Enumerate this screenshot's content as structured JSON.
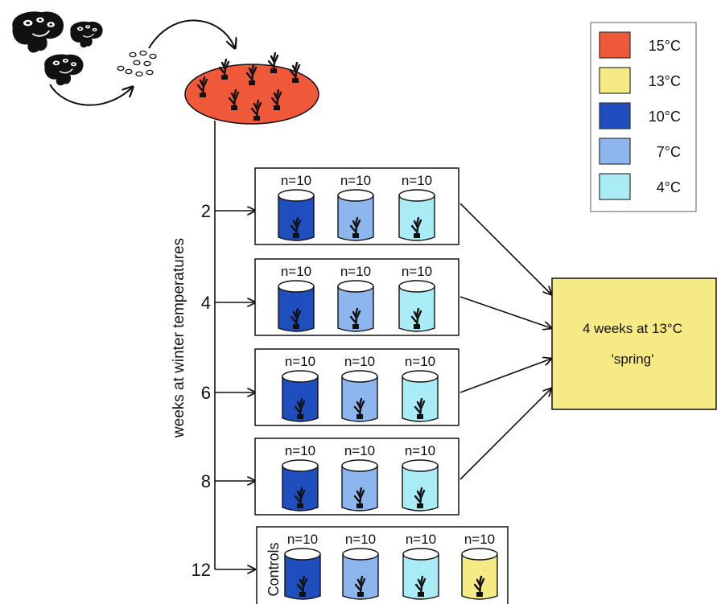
{
  "legend": {
    "items": [
      {
        "label": "15°C",
        "color": "#f0583a"
      },
      {
        "label": "13°C",
        "color": "#f6ea85"
      },
      {
        "label": "10°C",
        "color": "#1f4fbf"
      },
      {
        "label": "7°C",
        "color": "#8db6ee"
      },
      {
        "label": "4°C",
        "color": "#a9ecf6"
      }
    ]
  },
  "y_axis_label": "weeks at winter temperatures",
  "groups": [
    {
      "weeks": "2",
      "jars": [
        {
          "n": "n=10",
          "color": "#1f4fbf"
        },
        {
          "n": "n=10",
          "color": "#8db6ee"
        },
        {
          "n": "n=10",
          "color": "#a9ecf6"
        }
      ]
    },
    {
      "weeks": "4",
      "jars": [
        {
          "n": "n=10",
          "color": "#1f4fbf"
        },
        {
          "n": "n=10",
          "color": "#8db6ee"
        },
        {
          "n": "n=10",
          "color": "#a9ecf6"
        }
      ]
    },
    {
      "weeks": "6",
      "jars": [
        {
          "n": "n=10",
          "color": "#1f4fbf"
        },
        {
          "n": "n=10",
          "color": "#8db6ee"
        },
        {
          "n": "n=10",
          "color": "#a9ecf6"
        }
      ]
    },
    {
      "weeks": "8",
      "jars": [
        {
          "n": "n=10",
          "color": "#1f4fbf"
        },
        {
          "n": "n=10",
          "color": "#8db6ee"
        },
        {
          "n": "n=10",
          "color": "#a9ecf6"
        }
      ]
    },
    {
      "weeks": "12",
      "label": "Controls",
      "jars": [
        {
          "n": "n=10",
          "color": "#1f4fbf"
        },
        {
          "n": "n=10",
          "color": "#8db6ee"
        },
        {
          "n": "n=10",
          "color": "#a9ecf6"
        },
        {
          "n": "n=10",
          "color": "#f6ea85"
        }
      ]
    }
  ],
  "spring_box": {
    "line1": "4 weeks at 13°C",
    "line2": "'spring'",
    "color": "#f6ea85"
  },
  "source_dish_color": "#f0583a",
  "icons": [
    "sea-star-icon",
    "larva-icon",
    "egg-cluster-icon",
    "juvenile-polyp-icon"
  ]
}
